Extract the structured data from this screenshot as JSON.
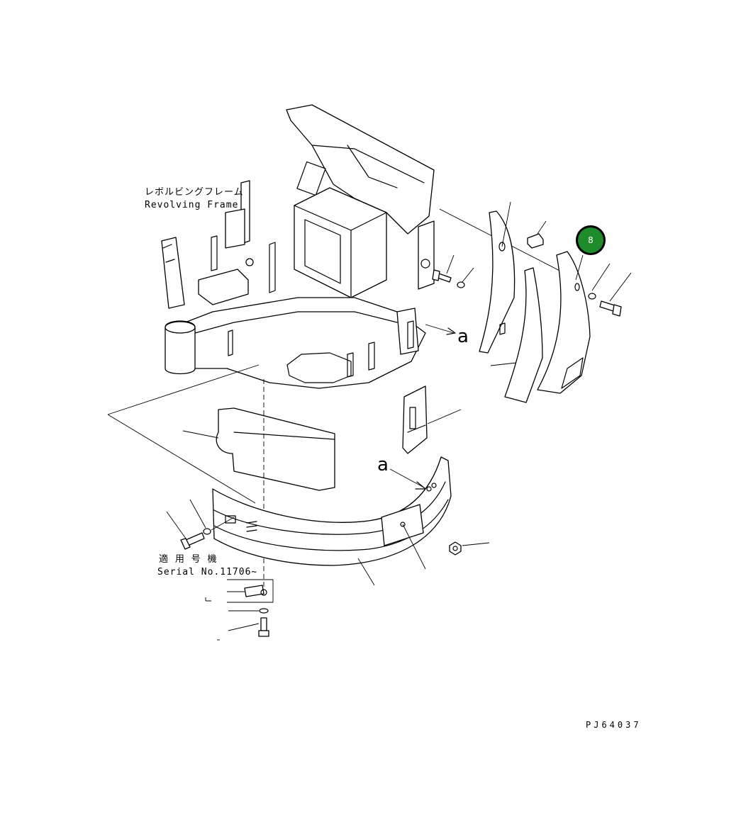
{
  "labels": {
    "revolving_frame_jp": "レボルビングフレーム",
    "revolving_frame_en": "Revolving Frame",
    "applicable_model_jp": "適 用 号 機",
    "serial_no": "Serial No.11706~",
    "view_a_upper": "a",
    "view_a_lower": "a",
    "drawing_code": "PJ64037"
  },
  "callouts": [
    {
      "number": "8",
      "color": "#1e8c2a"
    }
  ]
}
